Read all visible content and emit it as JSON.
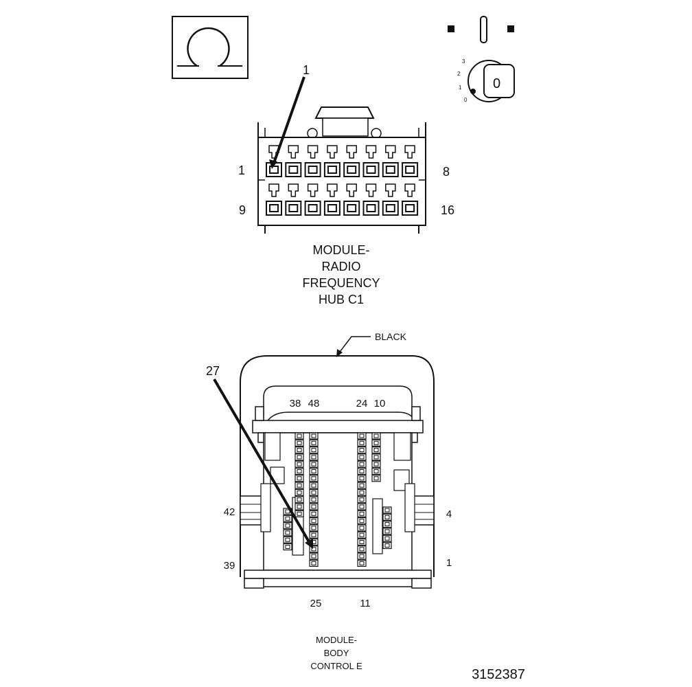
{
  "top_icons": {
    "connector_symbol": "omega-connector-icon",
    "ignition_switch": {
      "marks": [
        "3",
        "2",
        "1",
        "0"
      ],
      "key_label": "0"
    }
  },
  "rf_hub": {
    "callout_pin": "1",
    "row1_left_pin": "1",
    "row1_right_pin": "8",
    "row2_left_pin": "9",
    "row2_right_pin": "16",
    "title_lines": [
      "MODULE-",
      "RADIO",
      "FREQUENCY",
      "HUB C1"
    ]
  },
  "body_control": {
    "color_label": "BLACK",
    "callout_pin": "27",
    "top_pins": [
      "38",
      "48",
      "24",
      "10"
    ],
    "left_pins": [
      "42",
      "39"
    ],
    "right_pins": [
      "4",
      "1"
    ],
    "bottom_pins": [
      "25",
      "11"
    ],
    "title_lines": [
      "MODULE-",
      "BODY",
      "CONTROL E"
    ]
  },
  "document_number": "3152387"
}
